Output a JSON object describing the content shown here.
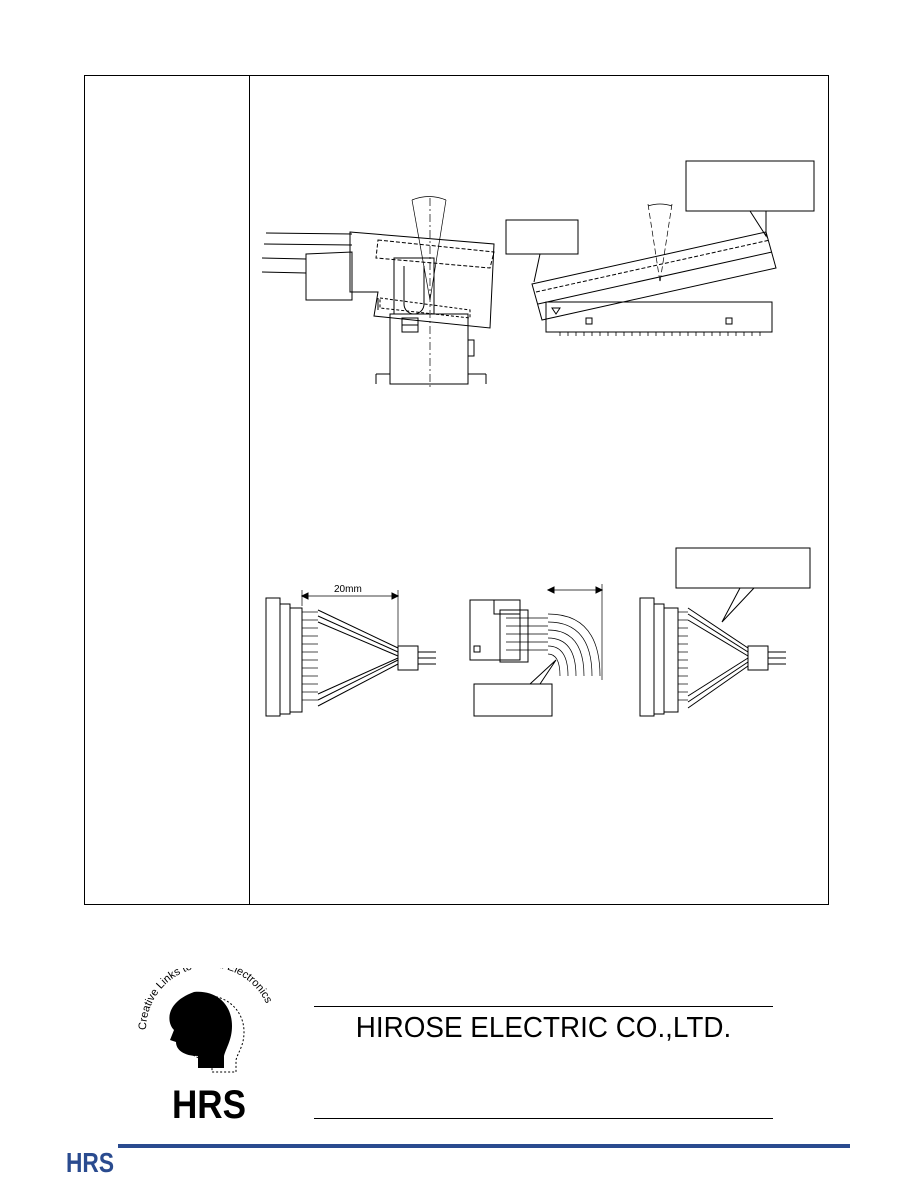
{
  "drawing": {
    "dimension_label": "20mm"
  },
  "logo": {
    "slogan": "Creative Links to World Electronics",
    "mark": "HRS"
  },
  "brand": {
    "company_name": "HIROSE ELECTRIC CO.,LTD."
  },
  "colors": {
    "footer_accent": "#2a4b8f"
  }
}
